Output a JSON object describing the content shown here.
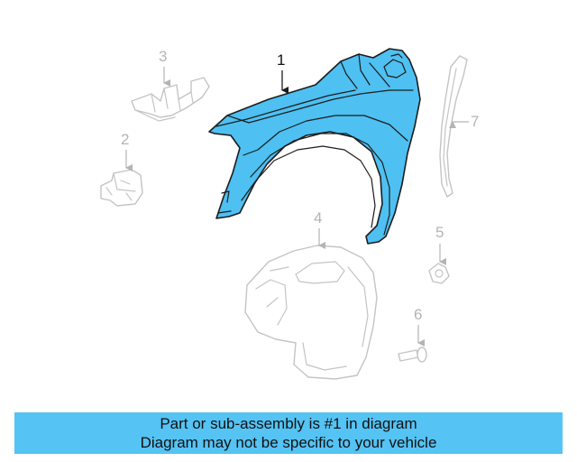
{
  "diagram": {
    "callouts": [
      {
        "id": "1",
        "label": "1",
        "highlighted": true
      },
      {
        "id": "2",
        "label": "2",
        "highlighted": false
      },
      {
        "id": "3",
        "label": "3",
        "highlighted": false
      },
      {
        "id": "4",
        "label": "4",
        "highlighted": false
      },
      {
        "id": "5",
        "label": "5",
        "highlighted": false
      },
      {
        "id": "6",
        "label": "6",
        "highlighted": false
      },
      {
        "id": "7",
        "label": "7",
        "highlighted": false
      }
    ],
    "colors": {
      "highlight_fill": "#4ec0f2",
      "outline_dark": "#1c1c1c",
      "ghost_outline": "#c4c4c4",
      "banner_bg": "#55c3f3"
    }
  },
  "caption": {
    "line1": "Part or sub-assembly is #1 in diagram",
    "line2": "Diagram may not be specific to your vehicle"
  }
}
